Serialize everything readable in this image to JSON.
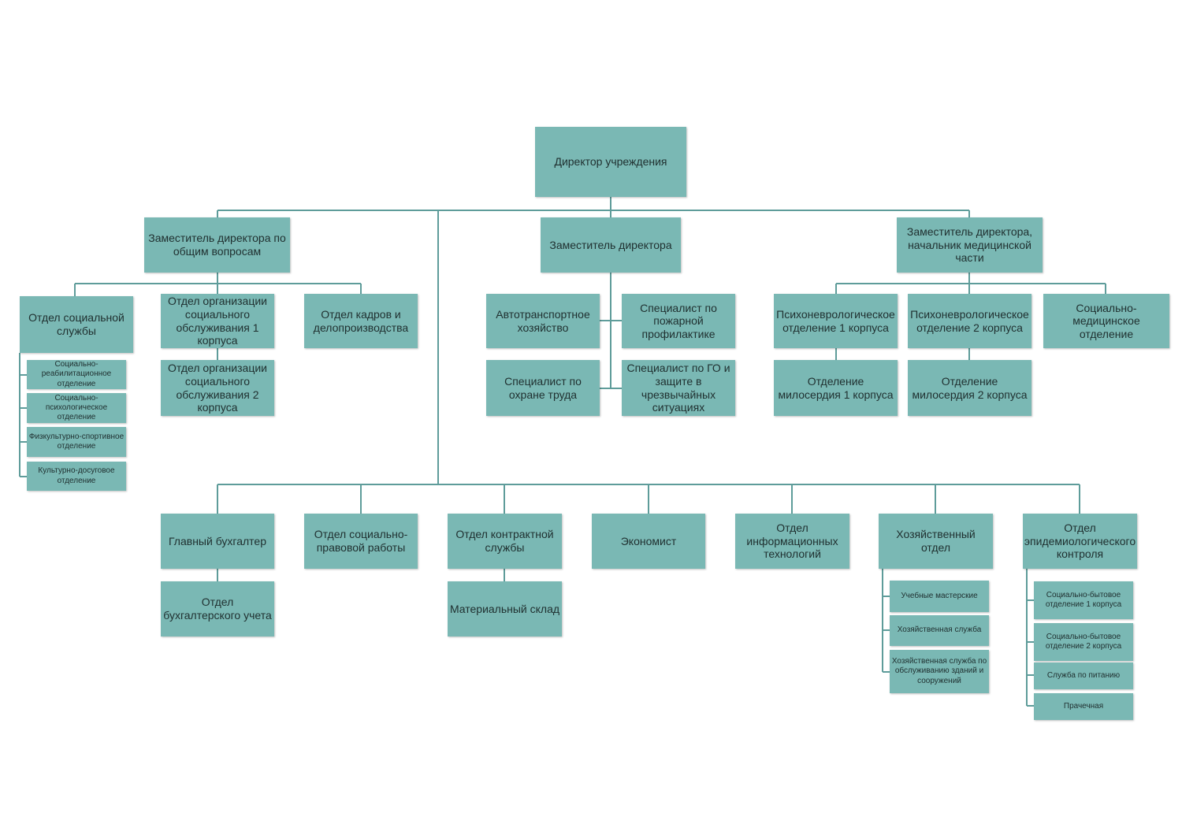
{
  "director": "Директор учреждения",
  "deputies": {
    "general": "Заместитель директора по общим вопросам",
    "deputy": "Заместитель директора",
    "medical": "Заместитель директора, начальник медицинской части"
  },
  "general_branch": {
    "social_service": "Отдел социальной службы",
    "social_service_subunits": [
      "Социально-реабилитационное отделение",
      "Социально-психологическое отделение",
      "Физкультурно-спортивное отделение",
      "Культурно-досуговое отделение"
    ],
    "org_service_1": "Отдел организации социального обслуживания 1 корпуса",
    "org_service_2": "Отдел организации социального обслуживания 2 корпуса",
    "hr": "Отдел кадров и делопроизводства"
  },
  "deputy_branch": {
    "transport": "Автотранспортное хозяйство",
    "fire": "Специалист по пожарной профилактике",
    "labor": "Специалист по охране труда",
    "civil_defense": "Специалист по ГО и защите в чрезвычайных ситуациях"
  },
  "medical_branch": {
    "psycho_1": "Психоневрологическое отделение 1 корпуса",
    "psycho_2": "Психоневрологическое отделение 2 корпуса",
    "social_medical": "Социально-медицинское отделение",
    "mercy_1": "Отделение милосердия 1 корпуса",
    "mercy_2": "Отделение милосердия 2 корпуса"
  },
  "bottom_row": {
    "chief_accountant": "Главный бухгалтер",
    "accounting": "Отдел бухгалтерского учета",
    "legal": "Отдел социально-правовой работы",
    "contract": "Отдел контрактной службы",
    "warehouse": "Материальный склад",
    "economist": "Экономист",
    "it": "Отдел информационных технологий",
    "household": "Хозяйственный отдел",
    "household_subunits": [
      "Учебные мастерские",
      "Хозяйственная служба",
      "Хозяйственная служба по обслуживанию зданий и сооружений"
    ],
    "epidemiology": "Отдел эпидемиологического контроля",
    "epidemiology_subunits": [
      "Социально-бытовое отделение 1 корпуса",
      "Социально-бытовое отделение 2 корпуса",
      "Служба по питанию",
      "Прачечная"
    ]
  }
}
